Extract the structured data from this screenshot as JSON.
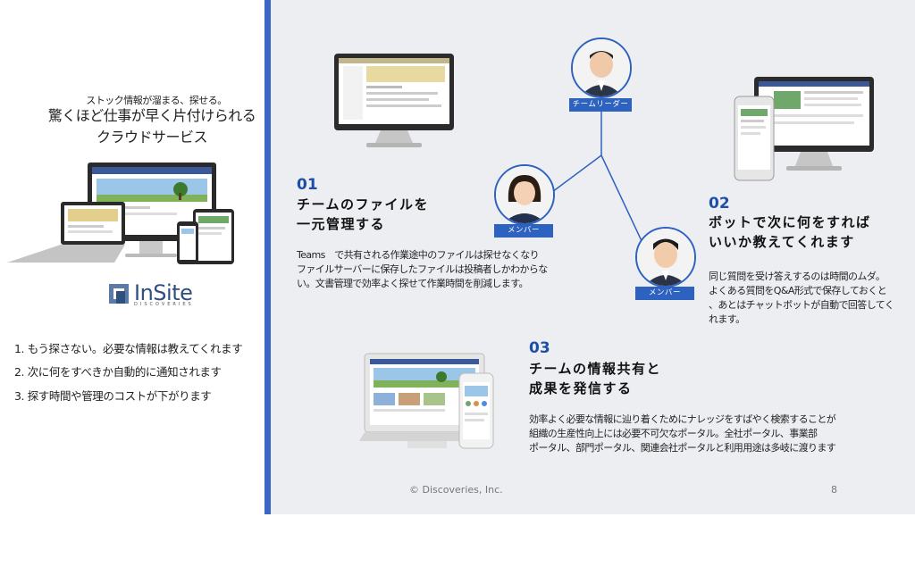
{
  "left": {
    "tagline": "ストック情報が溜まる、探せる。",
    "headline_line1": "驚くほど仕事が早く片付けられる",
    "headline_line2": "クラウドサービス",
    "logo_text": "InSite",
    "logo_subtext": "DISCOVERIES",
    "benefits": [
      "1. もう探さない。必要な情報は教えてくれます",
      "2. 次に何をすべきか自動的に通知されます",
      "3. 探す時間や管理のコストが下がります"
    ]
  },
  "features": [
    {
      "number": "01",
      "title_line1": "チームのファイルを",
      "title_line2": "一元管理する",
      "desc_line1": "Teams　で共有される作業途中のファイルは探せなくなり",
      "desc_line2": "ファイルサーバーに保存したファイルは投稿者しかわからな",
      "desc_line3": "い。文書管理で効率よく探せて作業時間を削減します。"
    },
    {
      "number": "02",
      "title_line1": "ボットで次に何をすれば",
      "title_line2": "いいか教えてくれます",
      "desc_line1": "同じ質問を受け答えするのは時間のムダ。",
      "desc_line2": "よくある質問をQ&A形式で保存しておくと",
      "desc_line3": "、あとはチャットボットが自動で回答してく",
      "desc_line4": "れます。"
    },
    {
      "number": "03",
      "title_line1": "チームの情報共有と",
      "title_line2": "成果を発信する",
      "desc_line1": "効率よく必要な情報に辿り着くためにナレッジをすばやく検索することが",
      "desc_line2": "組織の生産性向上には必要不可欠なポータル。全社ポータル、事業部",
      "desc_line3": "ポータル、部門ポータル、関連会社ポータルと利用用途は多岐に渡ります"
    }
  ],
  "team": {
    "leader_label": "チームリーダー",
    "member_label_1": "メンバー",
    "member_label_2": "メンバー"
  },
  "footer": {
    "copyright": "© Discoveries, Inc.",
    "page_number": "8"
  },
  "colors": {
    "accent": "#3a66c4",
    "panel_bg": "#edeef2",
    "number_blue": "#1e4fa6"
  }
}
